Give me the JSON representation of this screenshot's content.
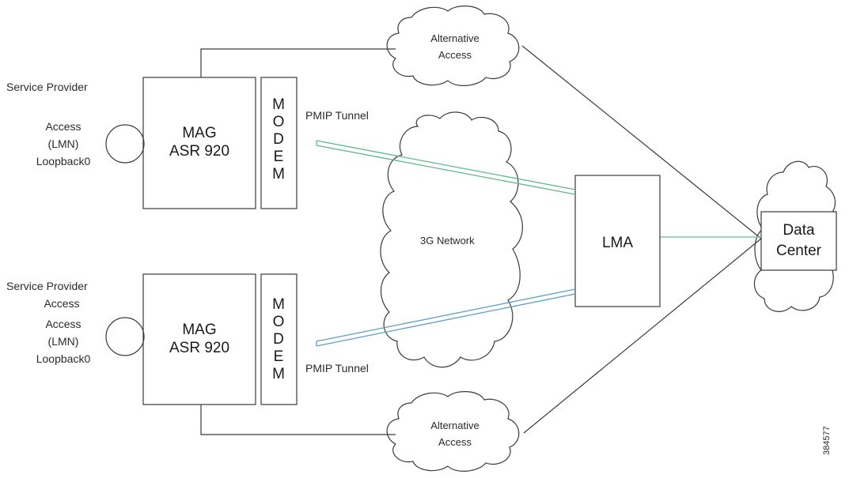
{
  "top_site": {
    "provider_label": "Service Provider",
    "access_lines": [
      "Access",
      "(LMN)",
      "Loopback0"
    ],
    "mag_lines": [
      "MAG",
      "ASR 920"
    ],
    "modem_letters": [
      "M",
      "O",
      "D",
      "E",
      "M"
    ],
    "tunnel_label": "PMIP Tunnel"
  },
  "bottom_site": {
    "provider_lines": [
      "Service Provider",
      "Access"
    ],
    "access_lines": [
      "Access",
      "(LMN)",
      "Loopback0"
    ],
    "mag_lines": [
      "MAG",
      "ASR 920"
    ],
    "modem_letters": [
      "M",
      "O",
      "D",
      "E",
      "M"
    ],
    "tunnel_label": "PMIP Tunnel"
  },
  "alt_access_top": [
    "Alternative",
    "Access"
  ],
  "alt_access_bottom": [
    "Alternative",
    "Access"
  ],
  "network_label": "3G Network",
  "lma_label": "LMA",
  "data_center_lines": [
    "Data",
    "Center"
  ],
  "figure_id": "384577",
  "colors": {
    "line": "#3a3a3a",
    "tunnel_top": "#5cb88a",
    "tunnel_bottom": "#5a9ec9",
    "lma_link": "#7ec8b0"
  }
}
